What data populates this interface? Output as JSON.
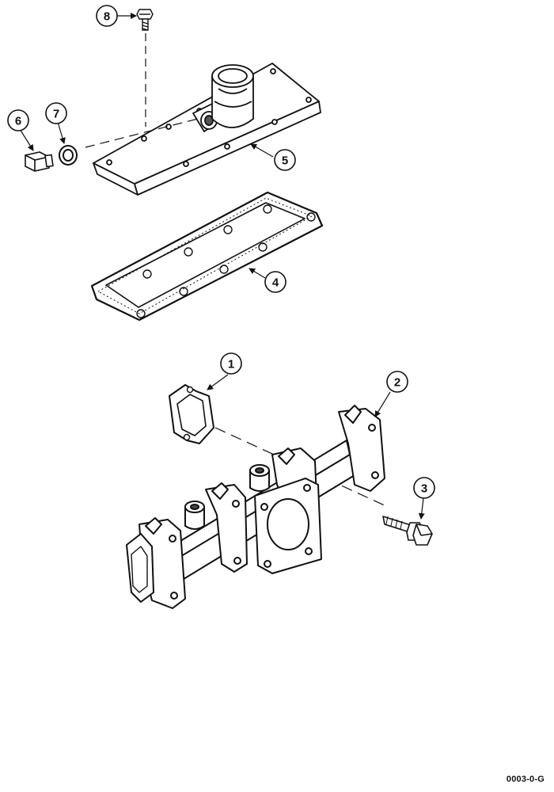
{
  "figure_code": "0003-0-G",
  "callouts": [
    {
      "id": "1",
      "label": "1"
    },
    {
      "id": "2",
      "label": "2"
    },
    {
      "id": "3",
      "label": "3"
    },
    {
      "id": "4",
      "label": "4"
    },
    {
      "id": "5",
      "label": "5"
    },
    {
      "id": "6",
      "label": "6"
    },
    {
      "id": "7",
      "label": "7"
    },
    {
      "id": "8",
      "label": "8"
    }
  ]
}
